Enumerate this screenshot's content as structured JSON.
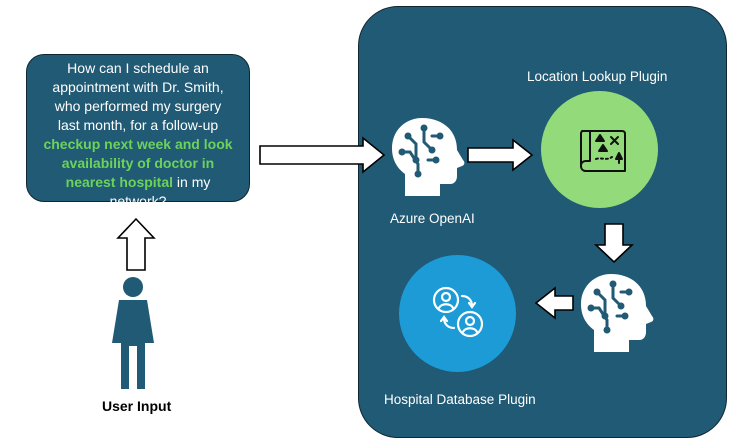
{
  "query": {
    "line1": "How can I schedule an",
    "line2": "appointment with Dr. Smith,",
    "line3": "who performed my surgery",
    "line4": "last month, for a follow-up",
    "highlight1": "checkup next week and look",
    "highlight2": "availability of doctor in",
    "highlight3": "nearest hospital",
    "after_highlight": " in my",
    "line8": "network?"
  },
  "labels": {
    "user_input": "User Input",
    "azure_openai": "Azure OpenAI",
    "location_plugin": "Location Lookup Plugin",
    "hospital_plugin": "Hospital Database Plugin"
  },
  "icons": [
    "person-icon",
    "ai-head-icon",
    "map-icon",
    "users-exchange-icon"
  ],
  "colors": {
    "panel": "#215a74",
    "highlight_text": "#6cd35a",
    "location_circle": "#93db7a",
    "hospital_circle": "#1c9bd6"
  }
}
